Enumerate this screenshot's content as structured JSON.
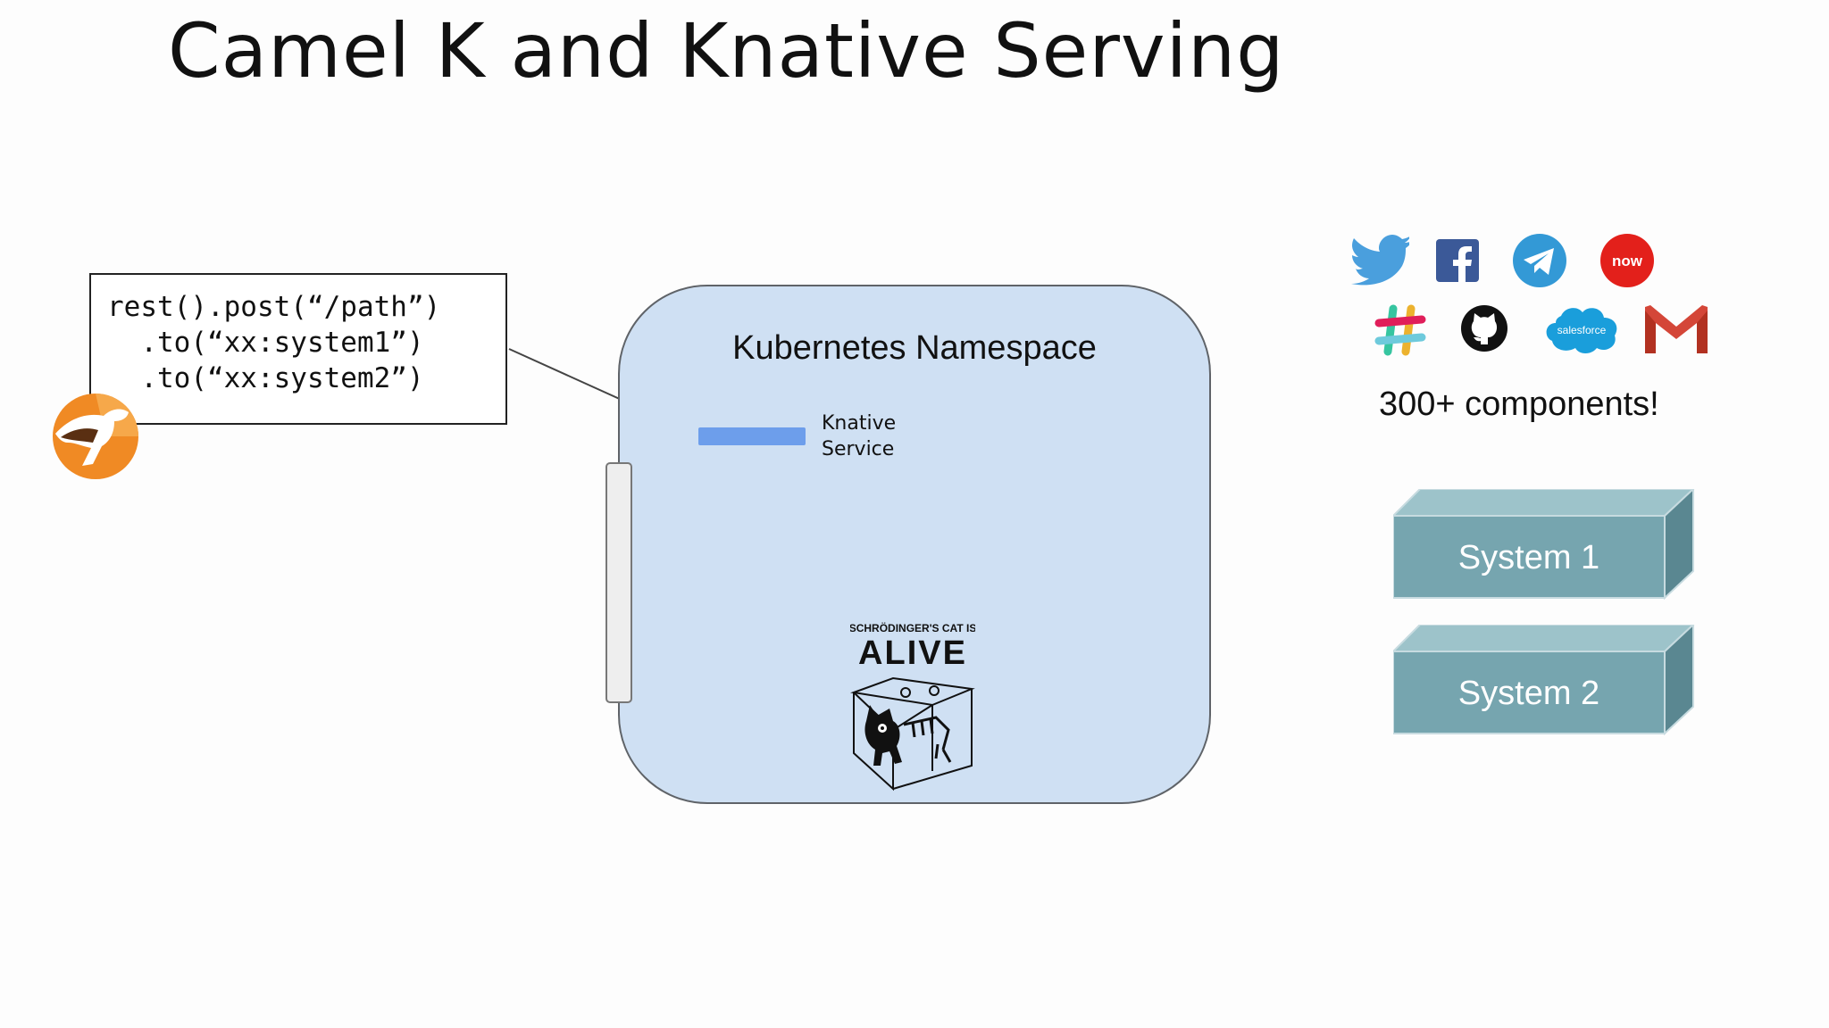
{
  "slide": {
    "title": "Camel K and Knative Serving"
  },
  "code": {
    "lines": [
      "rest().post(“/path”)",
      "  .to(“xx:system1”)",
      "  .to(“xx:system2”)"
    ]
  },
  "namespace": {
    "label": "Kubernetes Namespace",
    "service_label_line1": "Knative",
    "service_label_line2": "Service"
  },
  "cat": {
    "line1": "SCHRÖDINGER'S CAT IS",
    "line2": "ALIVE"
  },
  "components": {
    "label": "300+ components!",
    "icons": [
      "twitter-icon",
      "facebook-icon",
      "telegram-icon",
      "servicenow-icon",
      "slack-icon",
      "github-icon",
      "salesforce-icon",
      "gmail-icon"
    ],
    "servicenow_text": "now",
    "salesforce_text": "salesforce"
  },
  "systems": [
    {
      "label": "System 1"
    },
    {
      "label": "System 2"
    }
  ],
  "colors": {
    "namespace_fill": "#cfe0f3",
    "knative_bar": "#6d9eeb",
    "system_front": "#76a5af",
    "camel_orange": "#f08a24"
  }
}
